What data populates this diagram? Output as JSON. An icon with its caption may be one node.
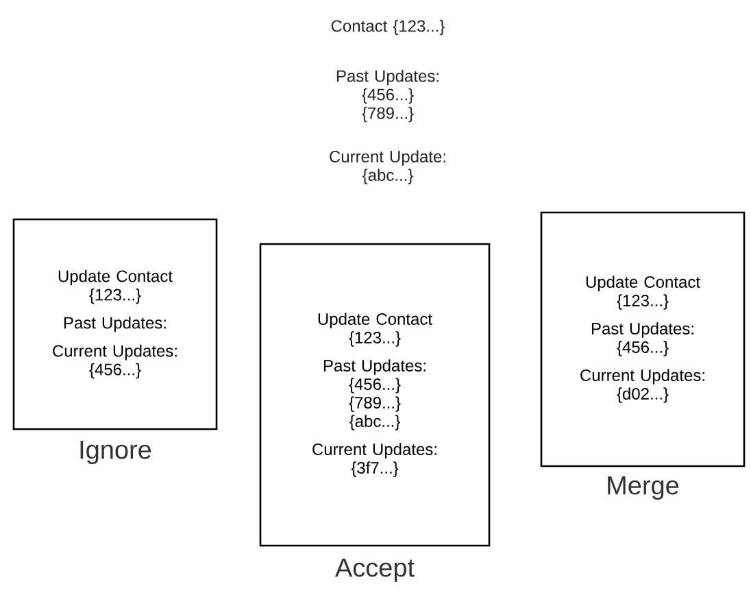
{
  "diagram": {
    "nodes": [
      {
        "text": [
          "Update Contact {123...}",
          "Past Updates:",
          "Current Updates: {456...}"
        ],
        "beside": [
          "Ignore"
        ]
      },
      {
        "text": [
          "Update Contact {123...}",
          "Past Updates: {456...} {789...} {abc...}",
          "Current Updates: {3f7...}"
        ],
        "beside": [
          "Accept"
        ]
      },
      {
        "text": [
          "Update Contact {123...}",
          "Past Updates: {456...}",
          "Current Updates: {d02...}"
        ],
        "beside": [
          "Merge"
        ]
      }
    ],
    "labels": [
      "Contact {123...}",
      "Past Updates: {456...} {789...}",
      "Current Update: {abc...}"
    ]
  }
}
